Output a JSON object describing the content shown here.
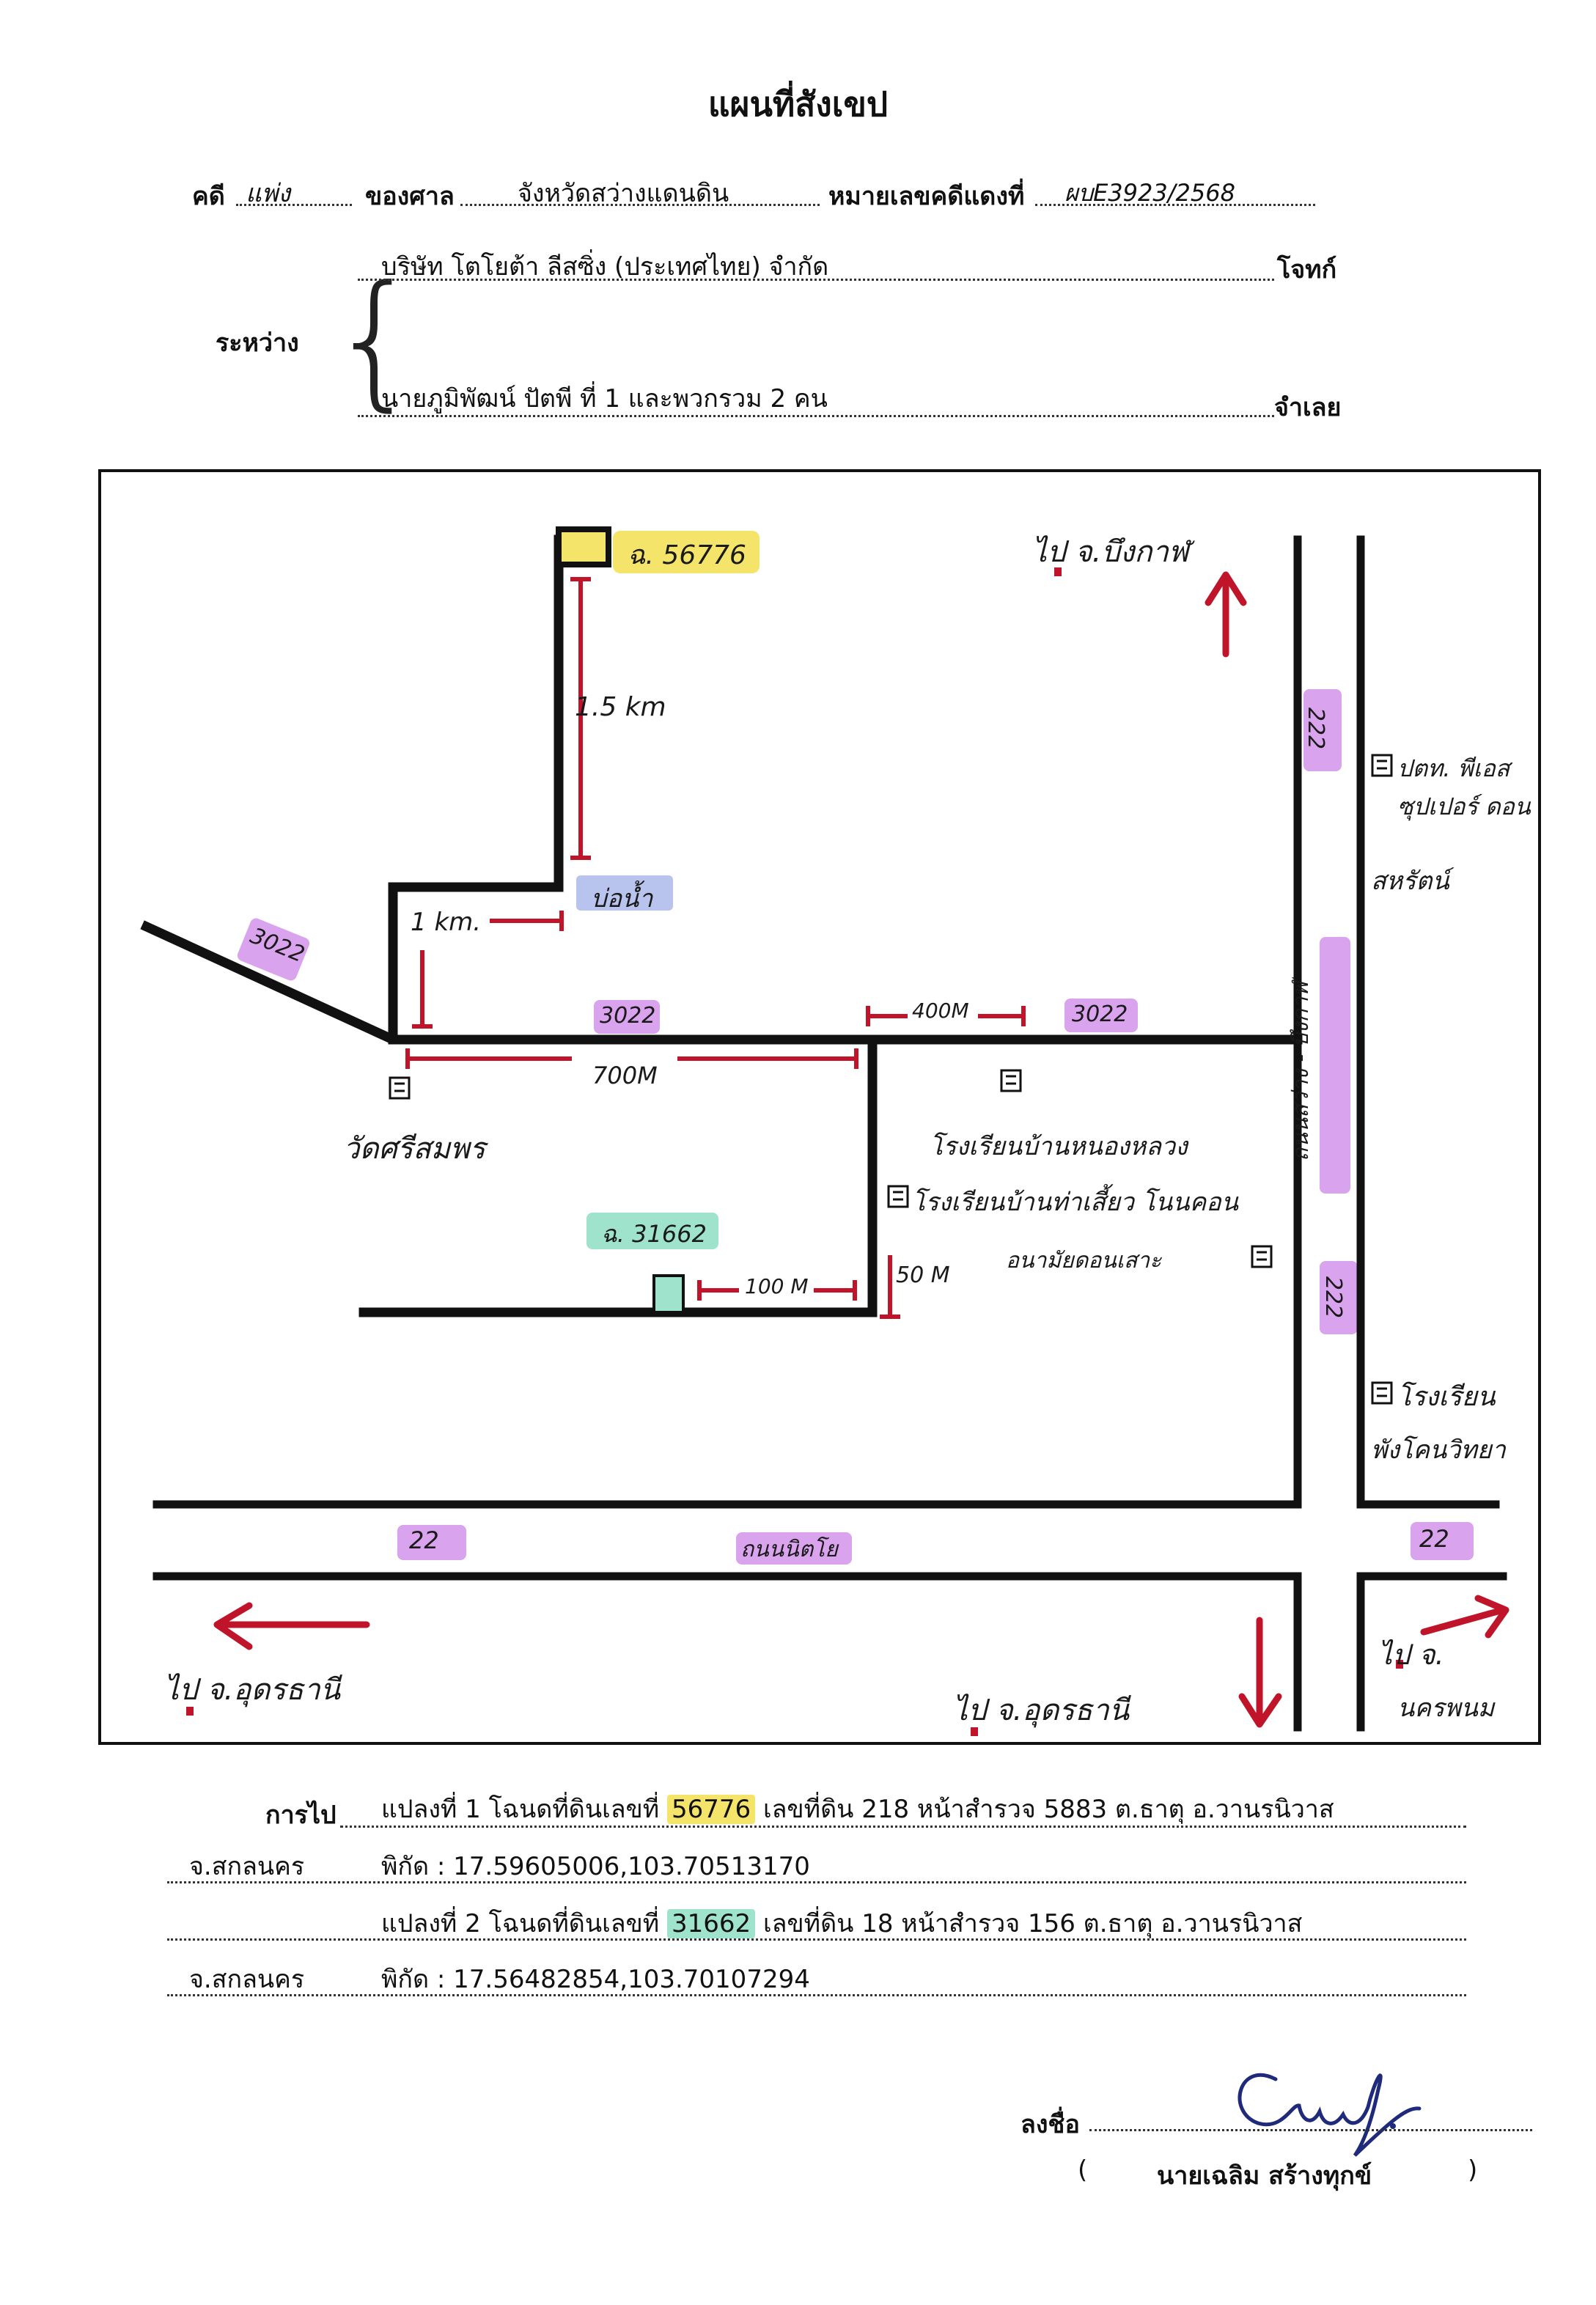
{
  "title": "แผนที่สังเขป",
  "case_line": {
    "case_label": "คดี",
    "case_type": "แพ่ง",
    "court_label": "ของศาล",
    "court_name": "จังหวัดสว่างแดนดิน",
    "red_no_label": "หมายเลขคดีแดงที่",
    "red_no_value": "ผบE3923/2568"
  },
  "parties": {
    "between_label": "ระหว่าง",
    "plaintiff_name": "บริษัท โตโยต้า ลีสซิ่ง (ประเทศไทย) จำกัด",
    "plaintiff_role": "โจทก์",
    "defendant_name": "นายภูมิพัฒน์ ปัตพี ที่ 1 และพวกรวม 2 คน",
    "defendant_role": "จำเลย"
  },
  "map": {
    "plot_a": "ฉ. 56776",
    "plot_b": "ฉ. 31662",
    "water_well": "บ่อน้ำ",
    "temple": "วัดศรีสมพร",
    "road_3022_a": "3022",
    "road_3022_b": "3022",
    "road_3022_c": "3022",
    "road_222_a": "222",
    "road_222_b": "222",
    "road_22_a": "22",
    "road_22_b": "22",
    "road_name_222": "ถนนสว่าง - บึงกาฬ",
    "road_name_22": "ถนนนิตโย",
    "dist_1_5km": "1.5 km",
    "dist_1km": "1 km.",
    "dist_700m": "700M",
    "dist_400m": "400M",
    "dist_100m": "100 M",
    "dist_50m": "50 M",
    "to_bueng_kan": "ไป จ.บึงกาฬ",
    "to_udon_left": "ไป จ.อุดรธานี",
    "to_udon_mid": "ไป จ.อุดรธานี",
    "to_nakhon_phanom_1": "ไป จ.",
    "to_nakhon_phanom_2": "นครพนม",
    "landmark_ptt_1": "ปตท. พีเอส ซุปเปอร์ ดอน",
    "landmark_ptt_2": "สหรัตน์",
    "school_1": "โรงเรียนบ้านหนองหลวง",
    "school_2": "โรงเรียนบ้านท่าเสี้ยว โนนคอน",
    "health_center": "อนามัยดอนเสาะ",
    "school_3_1": "โรงเรียน",
    "school_3_2": "พังโคนวิทยา"
  },
  "footer": {
    "route_label": "การไป",
    "plot1_pre": "แปลงที่ 1 โฉนดที่ดินเลขที่ ",
    "plot1_deed": "56776",
    "plot1_post": " เลขที่ดิน 218 หน้าสำรวจ 5883 ต.ธาตุ อ.วานรนิวาส",
    "province_1": "จ.สกลนคร",
    "coords_1": "พิกัด : 17.59605006,103.70513170",
    "plot2_pre": "แปลงที่ 2 โฉนดที่ดินเลขที่ ",
    "plot2_deed": "31662",
    "plot2_post": " เลขที่ดิน 18 หน้าสำรวจ 156 ต.ธาตุ อ.วานรนิวาส",
    "province_2": "จ.สกลนคร",
    "coords_2": "พิกัด : 17.56482854,103.70107294"
  },
  "signature": {
    "sign_label": "ลงชื่อ",
    "open_paren": "(",
    "signer_name": "นายเฉลิม สร้างทุกข์",
    "close_paren": ")"
  },
  "colors": {
    "road": "#111111",
    "distance_red": "#c0142a",
    "highlight_yellow": "#f5e46a",
    "highlight_green": "#9fe3cc",
    "highlight_purple": "#d9a3ee",
    "highlight_blue": "#b9c4ee",
    "signature_blue": "#1f2a7a"
  }
}
